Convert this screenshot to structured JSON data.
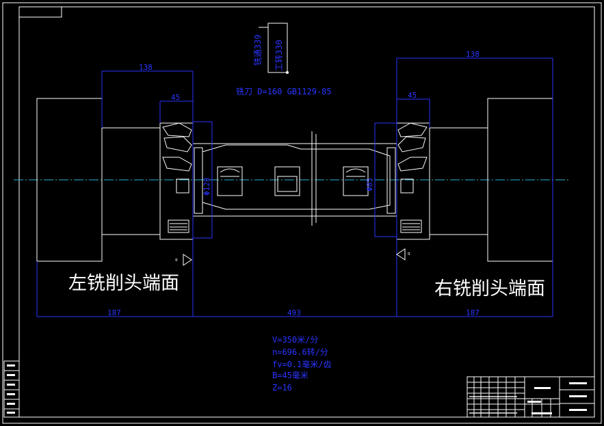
{
  "drawing": {
    "cutter_note": "铣刀 D=160   GB1129-85",
    "fixture_labels": [
      "铣通339",
      "工转330"
    ],
    "left_face_label": "左铣削头端面",
    "right_face_label": "右铣削头端面",
    "dims": {
      "left_138": "138",
      "right_138": "138",
      "left_45": "45",
      "right_45": "45",
      "left_phi": "Φ128",
      "right_phi": "Φ85",
      "bottom_left_187": "187",
      "bottom_mid_493": "493",
      "bottom_right_187": "187"
    },
    "params": [
      "V=350米/分",
      "n=696.6转/分",
      "fv=0.1毫米/齿",
      "B=45毫米",
      "Z=16"
    ]
  },
  "colors": {
    "background": "#000000",
    "lines": "#ffffff",
    "dimensions": "#2a35ff",
    "centerline": "#2ab6d8"
  }
}
